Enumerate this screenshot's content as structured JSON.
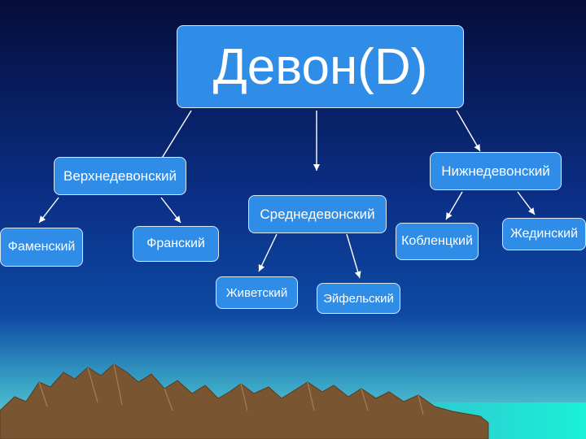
{
  "diagram": {
    "root": {
      "label": "Девон(D)"
    },
    "epochs": {
      "upper": {
        "label": "Верхнедевонский"
      },
      "middle": {
        "label": "Среднедевонский"
      },
      "lower": {
        "label": "Нижнедевонский"
      }
    },
    "stages": {
      "famennian": {
        "label": "Фаменский"
      },
      "frasnian": {
        "label": "Франский"
      },
      "givetian": {
        "label": "Живетский"
      },
      "eifelian": {
        "label": "Эйфельский"
      },
      "emsian": {
        "label": "Кобленцкий"
      },
      "gedinnian": {
        "label": "Жединский"
      }
    }
  },
  "colors": {
    "sky_top": "#050d3a",
    "sky_mid": "#0a3a8c",
    "sky_horizon": "#4cc6cf",
    "node_fill": "#2f8de8",
    "node_border": "#d8e6f5",
    "arrow": "#ffffff",
    "mountain": "#7a5532",
    "water": "#1fd6d0"
  }
}
